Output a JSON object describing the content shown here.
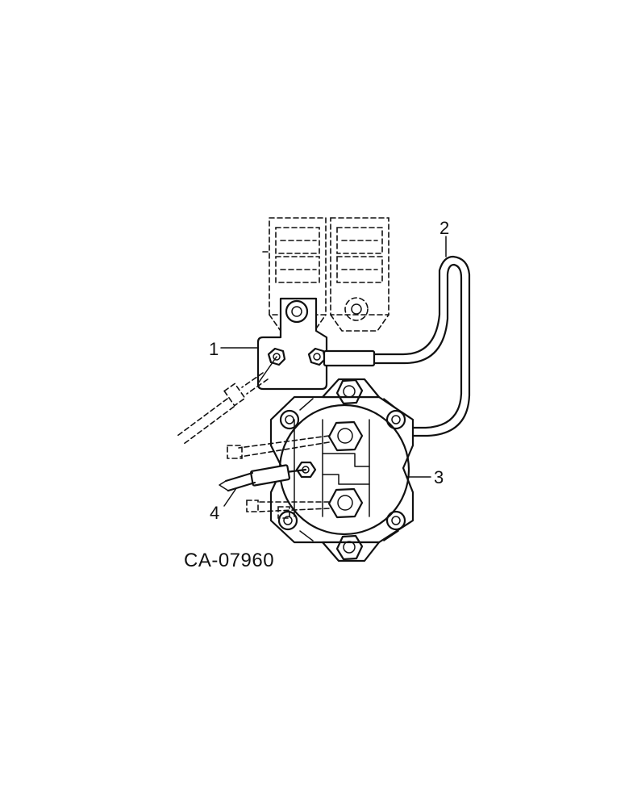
{
  "callouts": {
    "c1": "1",
    "c2": "2",
    "c3": "3",
    "c4": "4"
  },
  "figure_code": "CA-07960",
  "icons": {
    "bracket": "terminal-bracket-icon",
    "solenoid": "starter-solenoid-icon",
    "relays": "relay-pair-icon"
  }
}
